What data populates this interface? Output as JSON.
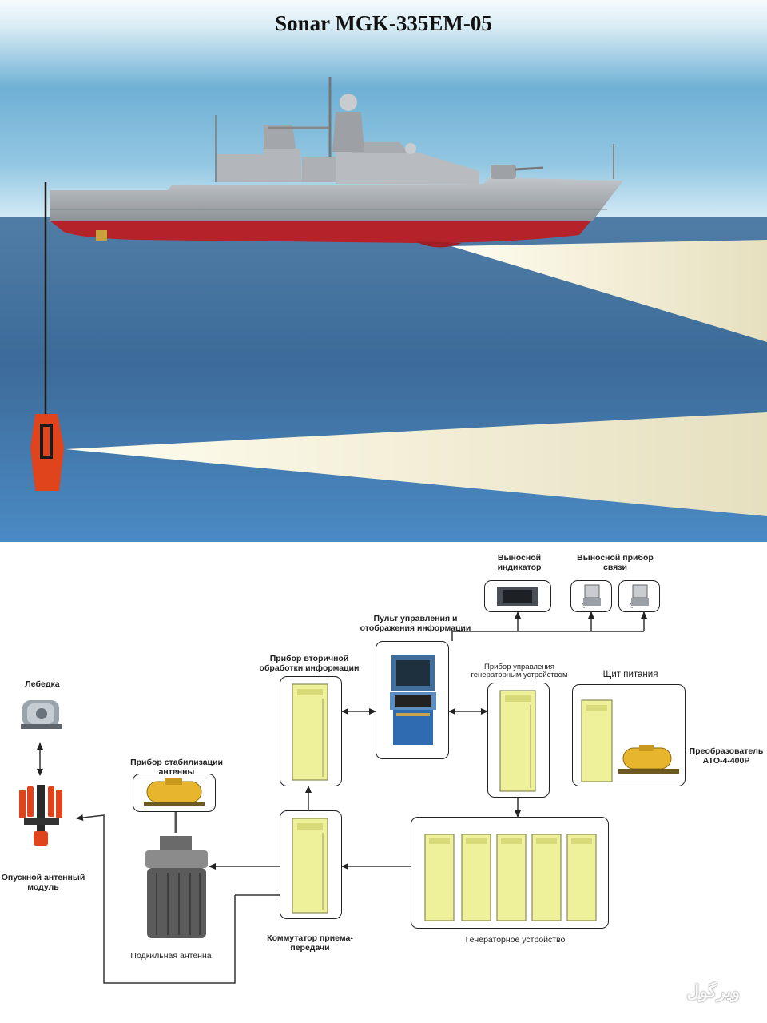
{
  "title": "Sonar MGK-335EM-05",
  "labels": {
    "winch": "Лебедка",
    "dipping_module": "Опускной антенный модуль",
    "stabilization": "Прибор стабилизации антенны",
    "keel_antenna": "Подкильная антенна",
    "switch": "Коммутатор приема-передачи",
    "secondary_processing": "Прибор вторичной обработки информации",
    "control_console": "Пульт управления и отображения информации",
    "remote_indicator": "Выносной индикатор",
    "remote_comm": "Выносной прибор связи",
    "generator_control": "Прибор управления генераторным устройством",
    "power_panel": "Щит питания",
    "converter": "Преобразователь АТО-4-400Р",
    "generator": "Генераторное устройство"
  },
  "colors": {
    "sky_top": "#3f86b6",
    "sea": "#3f6d9a",
    "hull_red": "#b5222a",
    "hull_grey": "#a9adb2",
    "beam": "#ece7c9",
    "cabinet": "#eef09a",
    "module_orange": "#e0441c"
  },
  "watermark": "ویرگول"
}
